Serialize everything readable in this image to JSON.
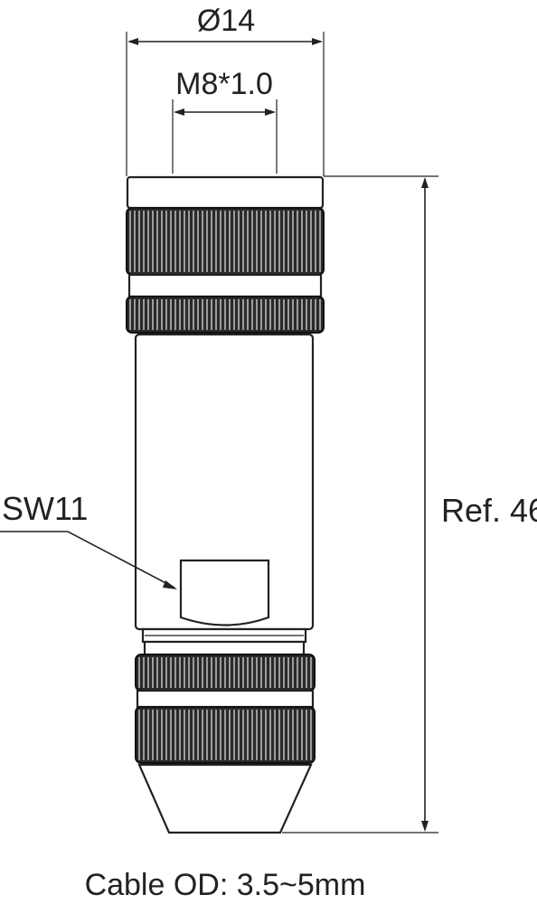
{
  "drawing": {
    "labels": {
      "outer_diameter": "Ø14",
      "thread": "M8*1.0",
      "wrench_size": "SW11",
      "length": "Ref. 46",
      "cable": "Cable OD: 3.5~5mm"
    },
    "colors": {
      "line": "#222222",
      "knurl": "#2a2a2a",
      "background": "#ffffff"
    }
  }
}
